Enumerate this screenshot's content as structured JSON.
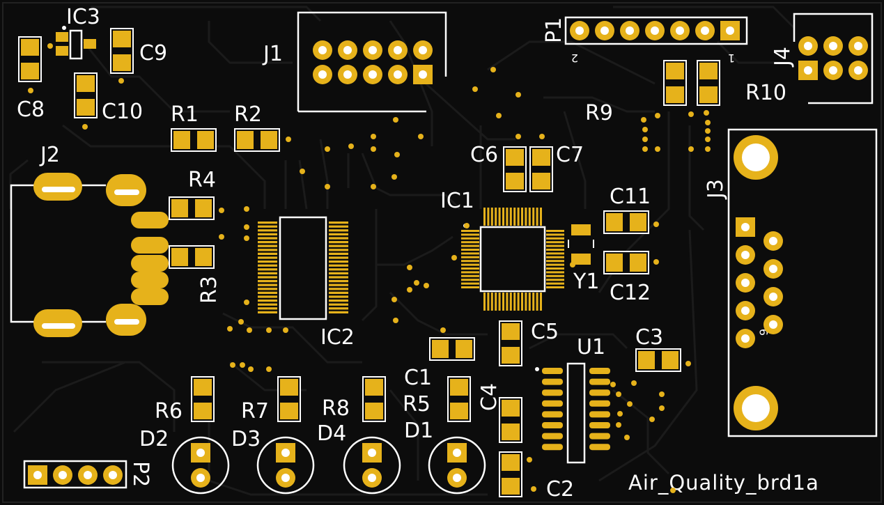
{
  "board": {
    "name": "Air_Quality_brd1a",
    "background": "#0c0c0c",
    "copper_color": "#e6b21b",
    "silk_color": "#ffffff"
  },
  "components": {
    "IC1": "IC1",
    "IC2": "IC2",
    "IC3": "IC3",
    "U1": "U1",
    "Y1": "Y1",
    "J1": "J1",
    "J2": "J2",
    "J3": "J3",
    "J4": "J4",
    "P1": "P1",
    "P2": "P2",
    "C1": "C1",
    "C2": "C2",
    "C3": "C3",
    "C4": "C4",
    "C5": "C5",
    "C6": "C6",
    "C7": "C7",
    "C8": "C8",
    "C9": "C9",
    "C10": "C10",
    "C11": "C11",
    "C12": "C12",
    "R1": "R1",
    "R2": "R2",
    "R3": "R3",
    "R4": "R4",
    "R5": "R5",
    "R6": "R6",
    "R7": "R7",
    "R8": "R8",
    "R9": "R9",
    "R10": "R10",
    "D1": "D1",
    "D2": "D2",
    "D3": "D3",
    "D4": "D4"
  },
  "pin_marks": {
    "p1_pin2": "2",
    "p1_pin1": "1",
    "j3_pin9": "9"
  }
}
